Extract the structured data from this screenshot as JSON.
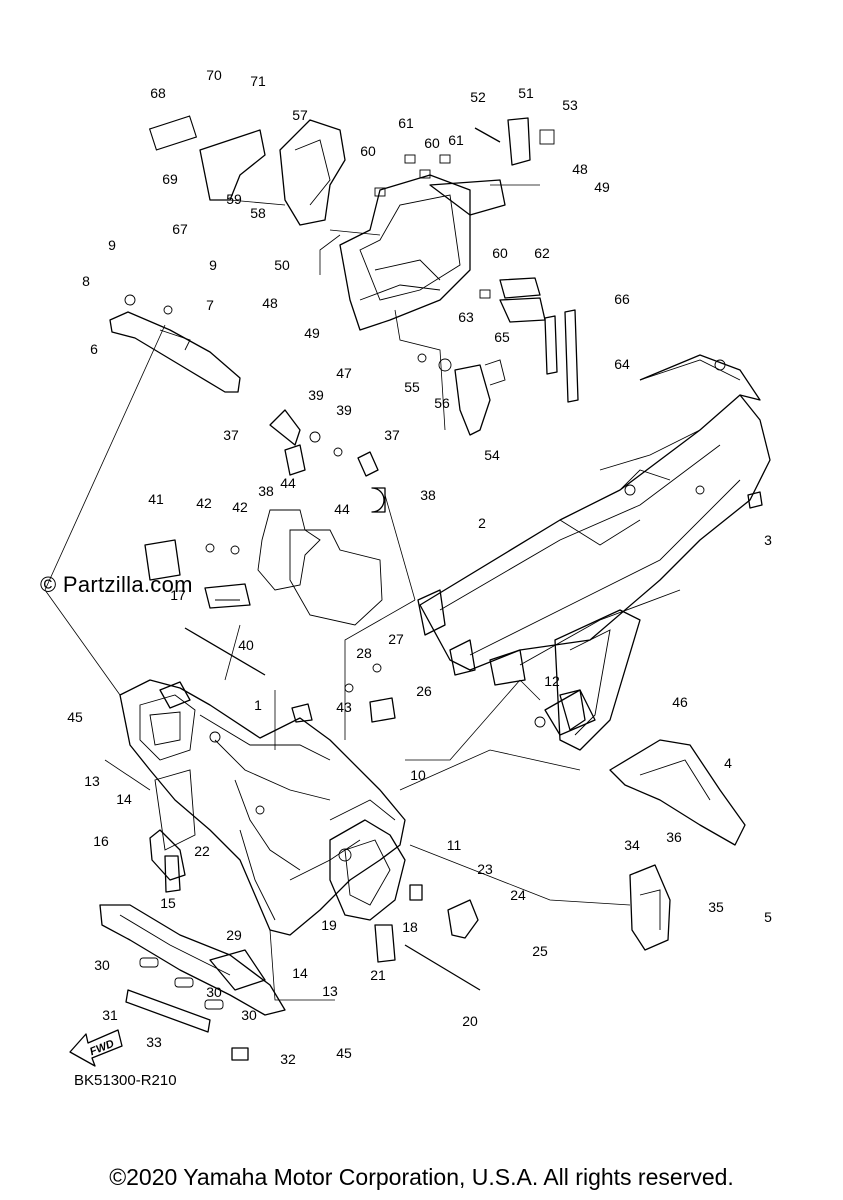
{
  "watermark": "© Partzilla.com",
  "diagram_code": "BK51300-R210",
  "copyright": "©2020 Yamaha Motor Corporation, U.S.A. All rights reserved.",
  "fwd_label": "FWD",
  "callouts": {
    "c1": "1",
    "c2": "2",
    "c3": "3",
    "c4": "4",
    "c5": "5",
    "c6": "6",
    "c7": "7",
    "c8": "8",
    "c9a": "9",
    "c9b": "9",
    "c10": "10",
    "c11": "11",
    "c12": "12",
    "c13a": "13",
    "c13b": "13",
    "c14a": "14",
    "c14b": "14",
    "c15": "15",
    "c16": "16",
    "c17": "17",
    "c18": "18",
    "c19": "19",
    "c20": "20",
    "c21": "21",
    "c22": "22",
    "c23": "23",
    "c24": "24",
    "c25": "25",
    "c26": "26",
    "c27": "27",
    "c28": "28",
    "c29": "29",
    "c30a": "30",
    "c30b": "30",
    "c30c": "30",
    "c31": "31",
    "c32": "32",
    "c33": "33",
    "c34": "34",
    "c35": "35",
    "c36": "36",
    "c37a": "37",
    "c37b": "37",
    "c38a": "38",
    "c38b": "38",
    "c39a": "39",
    "c39b": "39",
    "c40": "40",
    "c41": "41",
    "c42a": "42",
    "c42b": "42",
    "c43": "43",
    "c44a": "44",
    "c44b": "44",
    "c45a": "45",
    "c45b": "45",
    "c46": "46",
    "c47": "47",
    "c48a": "48",
    "c48b": "48",
    "c49a": "49",
    "c49b": "49",
    "c50": "50",
    "c51": "51",
    "c52": "52",
    "c53": "53",
    "c54": "54",
    "c55": "55",
    "c56": "56",
    "c57": "57",
    "c58": "58",
    "c59": "59",
    "c60a": "60",
    "c60b": "60",
    "c60c": "60",
    "c61a": "61",
    "c61b": "61",
    "c62": "62",
    "c63": "63",
    "c64": "64",
    "c65": "65",
    "c66": "66",
    "c67": "67",
    "c68": "68",
    "c69": "69",
    "c70": "70",
    "c71": "71"
  }
}
